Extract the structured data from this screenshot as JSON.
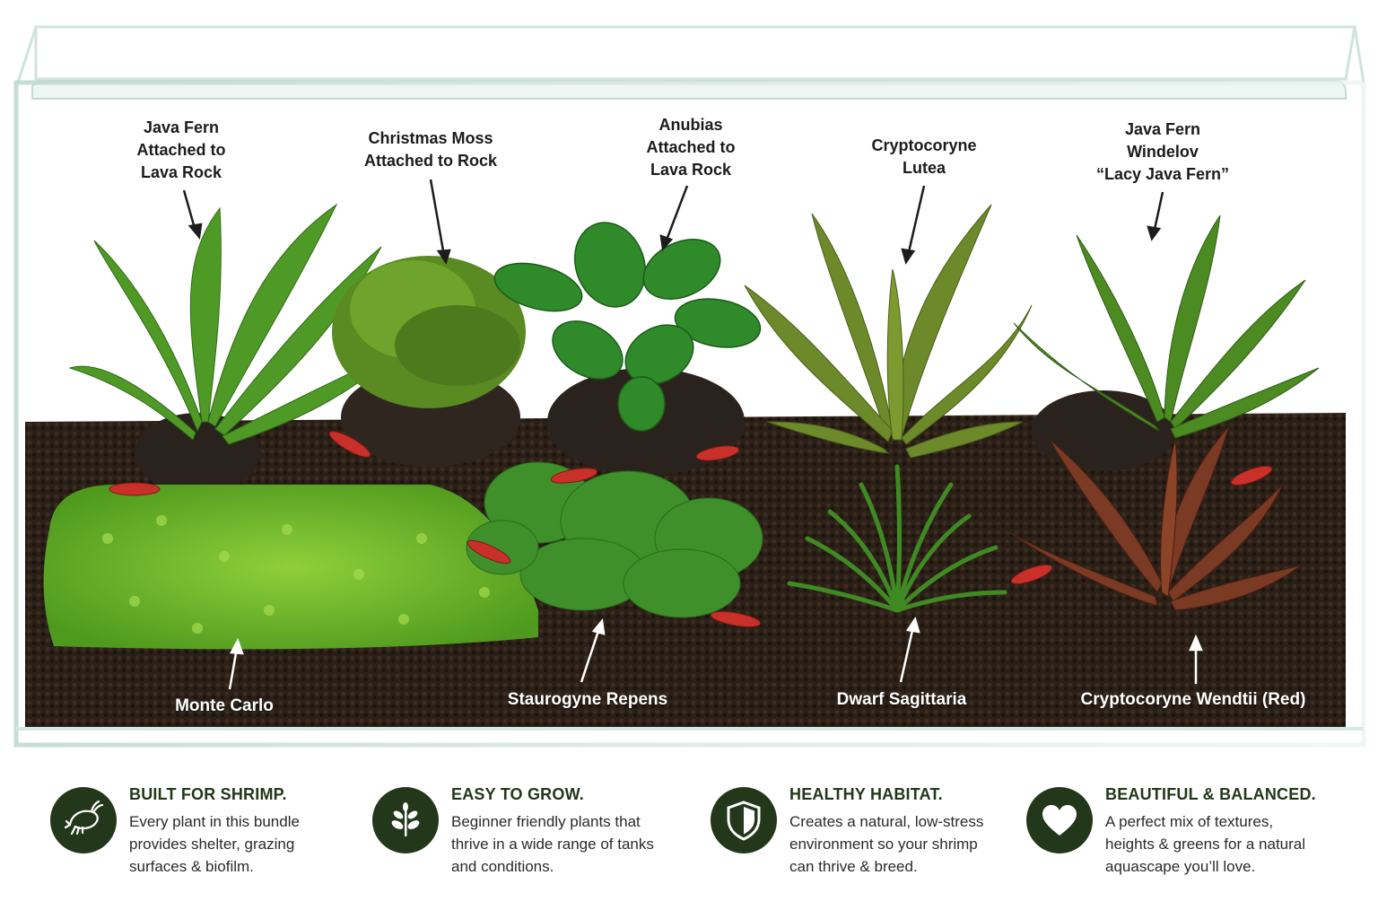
{
  "plants_top": [
    {
      "lines": [
        "Java Fern",
        "Attached to",
        "Lava Rock"
      ]
    },
    {
      "lines": [
        "Christmas Moss",
        "Attached to Rock"
      ]
    },
    {
      "lines": [
        "Anubias",
        "Attached to",
        "Lava Rock"
      ]
    },
    {
      "lines": [
        "Cryptocoryne",
        "Lutea"
      ]
    },
    {
      "lines": [
        "Java Fern",
        "Windelov",
        "“Lacy Java Fern”"
      ]
    }
  ],
  "plants_bottom": [
    {
      "label": "Monte Carlo"
    },
    {
      "label": "Staurogyne Repens"
    },
    {
      "label": "Dwarf Sagittaria"
    },
    {
      "label": "Cryptocoryne Wendtii (Red)"
    }
  ],
  "features": [
    {
      "icon": "shrimp-icon",
      "title": "BUILT FOR SHRIMP.",
      "lines": [
        "Every plant in this bundle",
        "provides shelter, grazing",
        "surfaces & biofilm."
      ]
    },
    {
      "icon": "sprout-icon",
      "title": "EASY TO GROW.",
      "lines": [
        "Beginner friendly plants that",
        "thrive in a wide range of tanks",
        "and conditions."
      ]
    },
    {
      "icon": "shield-icon",
      "title": "HEALTHY HABITAT.",
      "lines": [
        "Creates a natural, low-stress",
        "environment so your shrimp",
        "can thrive & breed."
      ]
    },
    {
      "icon": "heart-icon",
      "title": "BEAUTIFUL & BALANCED.",
      "lines": [
        "A perfect mix of textures,",
        "heights & greens for a natural",
        "aquascape you’ll love."
      ]
    }
  ],
  "colors": {
    "accent_dark_green": "#23371a",
    "substrate": "#2b2018",
    "glass": "#cfe3dc"
  }
}
